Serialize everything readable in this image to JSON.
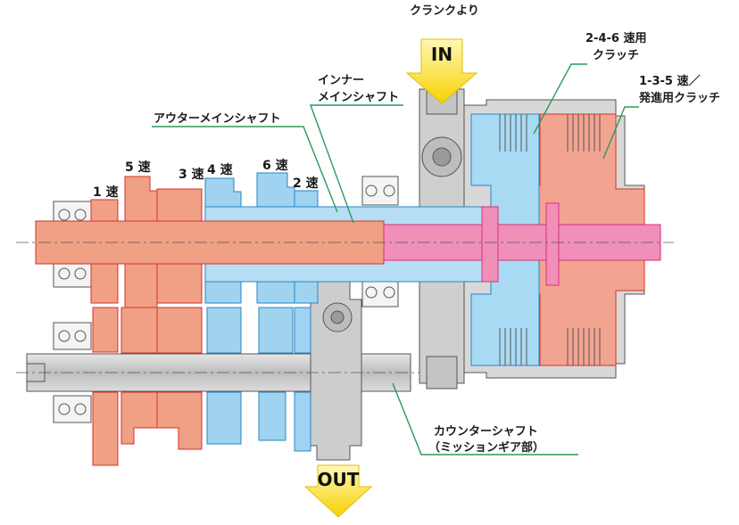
{
  "labels": {
    "crank": "クランクより",
    "in": "IN",
    "out": "OUT",
    "clutch_246_line1": "2-4-6 速用",
    "clutch_246_line2": "クラッチ",
    "clutch_135_line1": "1-3-5 速／",
    "clutch_135_line2": "発進用クラッチ",
    "inner_main_line1": "インナー",
    "inner_main_line2": "メインシャフト",
    "outer_main": "アウターメインシャフト",
    "counter_line1": "カウンターシャフト",
    "counter_line2": "（ミッションギア部）",
    "speed_1": "1 速",
    "speed_2": "2 速",
    "speed_3": "3 速",
    "speed_4": "4 速",
    "speed_5": "5 速",
    "speed_6": "6 速"
  },
  "colors": {
    "odd_gears": "#f0a085",
    "odd_gears_edge": "#d9302a",
    "even_gears": "#9fd3ef",
    "even_gears_edge": "#2a86c6",
    "inner_shaft": "#f08fb8",
    "housing": "#d2d2d2",
    "housing_edge": "#555555",
    "arrow": "#f6d200",
    "leader_line": "#2a9a5a"
  }
}
